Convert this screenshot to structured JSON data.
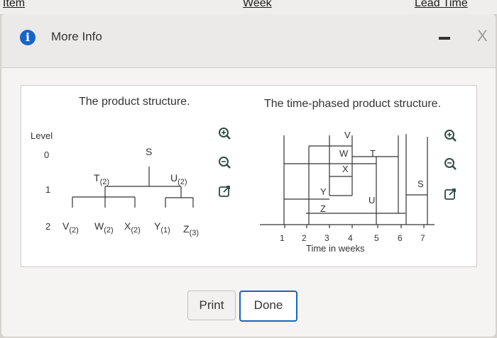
{
  "background": {
    "columns": [
      "Item",
      "Week",
      "Lead Time"
    ]
  },
  "dialog": {
    "title": "More Info",
    "info_icon": "i",
    "close_label": "X",
    "left_title": "The product structure.",
    "right_title": "The time-phased product structure.",
    "level_header": "Level",
    "levels": [
      "0",
      "1",
      "2"
    ],
    "tree": {
      "root": "S",
      "level1": [
        {
          "name": "T",
          "qty": "(2)"
        },
        {
          "name": "U",
          "qty": "(2)"
        }
      ],
      "level2": [
        {
          "name": "V",
          "qty": "(2)"
        },
        {
          "name": "W",
          "qty": "(2)"
        },
        {
          "name": "X",
          "qty": "(2)"
        },
        {
          "name": "Y",
          "qty": "(1)"
        },
        {
          "name": "Z",
          "qty": "(3)"
        }
      ]
    },
    "timeline": {
      "axis_label": "Time in weeks",
      "ticks": [
        "1",
        "2",
        "3",
        "4",
        "5",
        "6",
        "7"
      ],
      "bars": [
        "V",
        "W",
        "X",
        "T",
        "Y",
        "Z",
        "U",
        "S"
      ]
    },
    "print_label": "Print",
    "done_label": "Done"
  },
  "colors": {
    "accent": "#1665c9"
  }
}
